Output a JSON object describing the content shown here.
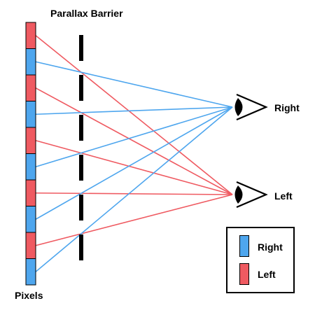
{
  "title": "Parallax Barrier",
  "pixels_label": "Pixels",
  "eyes": {
    "right_label": "Right",
    "left_label": "Left"
  },
  "legend": {
    "items": [
      {
        "label": "Right",
        "color": "#4ea6ee"
      },
      {
        "label": "Left",
        "color": "#ef5a61"
      }
    ]
  },
  "colors": {
    "right": "#4ea6ee",
    "left": "#ef5a61",
    "outline": "#000000"
  },
  "pixel_column": [
    "left",
    "right",
    "left",
    "right",
    "left",
    "right",
    "left",
    "right",
    "left",
    "right"
  ],
  "barrier_segment_count": 6
}
